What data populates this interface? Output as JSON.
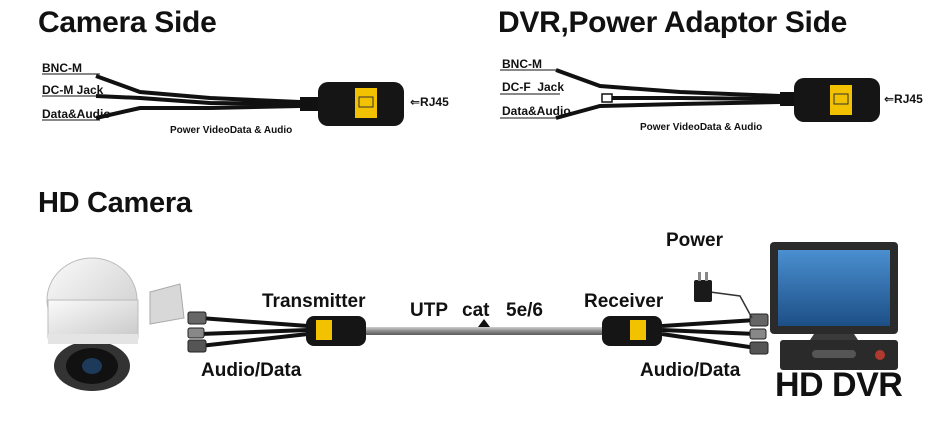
{
  "camera_side": {
    "title": "Camera Side",
    "labels": [
      "BNC-M",
      "DC-M Jack",
      "Data&Audio"
    ],
    "caption": "Power VideoData & Audio",
    "rj45": "⇐RJ45"
  },
  "dvr_side": {
    "title": "DVR,Power Adaptor Side",
    "labels": [
      "BNC-M",
      "DC-F  Jack",
      "Data&Audio"
    ],
    "caption": "Power VideoData & Audio",
    "rj45": "⇐RJ45"
  },
  "hd_camera": {
    "title": "HD Camera",
    "transmitter": "Transmitter",
    "receiver": "Receiver",
    "cable_utp": "UTP",
    "cable_cat": "cat",
    "cable_type": "5e/6",
    "power": "Power",
    "audio_data_left": "Audio/Data",
    "audio_data_right": "Audio/Data",
    "dvr_label": "HD DVR"
  },
  "colors": {
    "balun_body": "#151515",
    "balun_label": "#f2c200",
    "cable": "#9a9a9a",
    "monitor_screen": "#2a6fb0",
    "dvr_box": "#2a2a2a"
  }
}
